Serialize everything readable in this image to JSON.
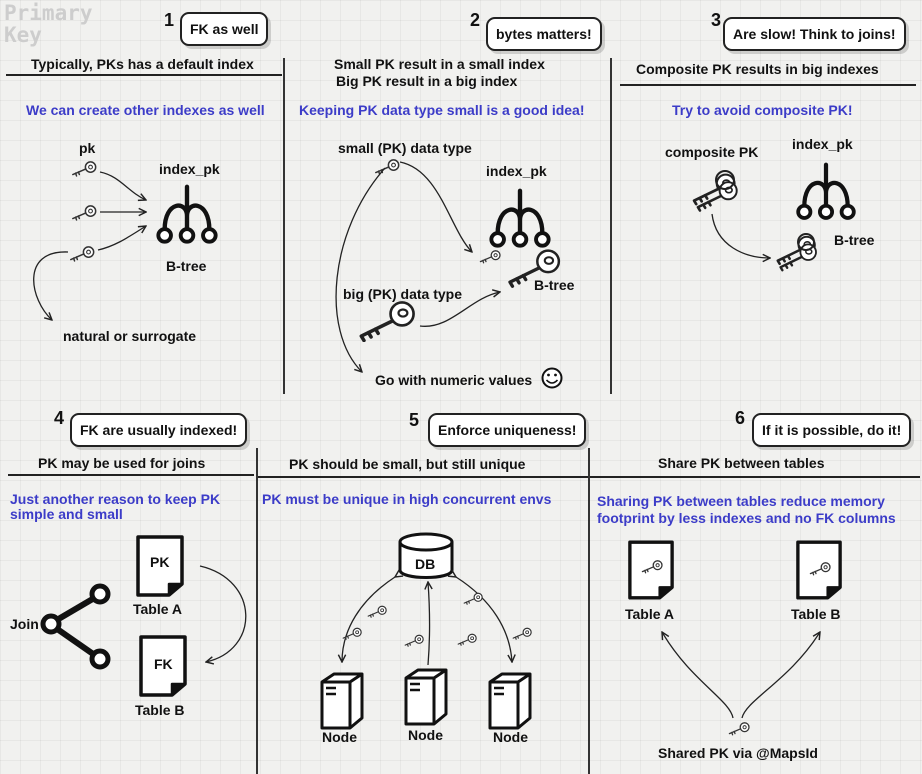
{
  "logo": {
    "line1": "Primary",
    "line2": "Key"
  },
  "panels": [
    {
      "number": "1",
      "bubble": "FK as well",
      "subtitle": "Typically, PKs has a default index",
      "blue": "We can create other indexes as well",
      "labels": {
        "pk": "pk",
        "index": "index_pk",
        "btree": "B-tree",
        "natural": "natural or surrogate"
      }
    },
    {
      "number": "2",
      "bubble": "bytes matters!",
      "subtitle_line1": "Small PK result in a small index",
      "subtitle_line2": "Big PK result in a big index",
      "blue": "Keeping PK data type small is a good idea!",
      "labels": {
        "small": "small (PK) data type",
        "index": "index_pk",
        "big": "big (PK) data type",
        "btree": "B-tree",
        "numeric": "Go with numeric values"
      }
    },
    {
      "number": "3",
      "bubble": "Are slow! Think to joins!",
      "subtitle": "Composite PK results in big indexes",
      "blue": "Try to avoid composite PK!",
      "labels": {
        "composite": "composite PK",
        "index": "index_pk",
        "btree": "B-tree"
      }
    },
    {
      "number": "4",
      "bubble": "FK are usually indexed!",
      "subtitle": "PK may be used for joins",
      "blue_line1": "Just another reason to keep PK",
      "blue_line2": "simple and small",
      "labels": {
        "join": "Join",
        "doc_a": "PK",
        "table_a": "Table A",
        "doc_b": "FK",
        "table_b": "Table B"
      }
    },
    {
      "number": "5",
      "bubble": "Enforce uniqueness!",
      "subtitle": "PK should be small, but still unique",
      "blue": "PK must be unique in high concurrent envs",
      "labels": {
        "db": "DB",
        "node1": "Node",
        "node2": "Node",
        "node3": "Node"
      }
    },
    {
      "number": "6",
      "bubble": "If it is possible, do it!",
      "subtitle": "Share PK between tables",
      "blue_line1": "Sharing PK between tables reduce memory",
      "blue_line2": "footprint by less indexes and no FK columns",
      "labels": {
        "table_a": "Table A",
        "table_b": "Table B",
        "shared": "Shared PK via @MapsId"
      }
    }
  ]
}
